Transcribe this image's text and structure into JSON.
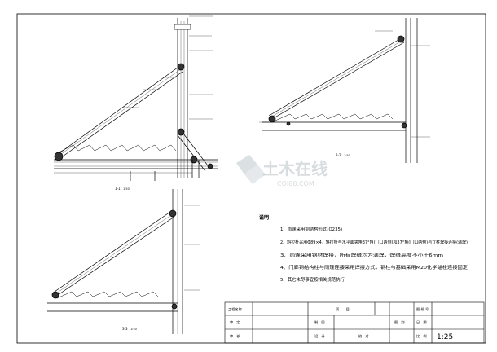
{
  "watermark": {
    "main": "土木在线",
    "sub": "COI88.COM"
  },
  "views": {
    "view1_label": "1-1",
    "view1_scale": "1:50",
    "view2_label": "2-2",
    "view2_scale": "1:50",
    "view3_label": "3-3",
    "view3_scale": "1:50"
  },
  "notes": {
    "title": "说明：",
    "items": [
      "1、雨篷采用钢结构形式(Q235)",
      "2、斜拉杆采用Φ89×4，斜拉杆与水平面夹角37°角(门口两侧)和37°角(门口两侧)与立柱焊接连接(满焊)",
      "3、雨篷采用钢材焊接，所有焊缝均为满焊，焊缝高度不小于6mm",
      "4、门廊钢结构柱与雨篷连接采用焊接方式，钢柱与基础采用M20化学锚栓连接固定",
      "5、其它未尽事宜按相关规范执行"
    ]
  },
  "title_block": {
    "project_name_label": "工程名称",
    "project_label": "项　　目",
    "drawing_no_label": "图 纸 号",
    "review_label": "审　定",
    "check_label": "审　核",
    "draw_label": "制　图",
    "design_label": "设　计",
    "proofread_label": "校　对",
    "drawing_label": "图　别",
    "date_label": "日　期",
    "scale_label": "比　例",
    "scale_value": "1:25"
  }
}
